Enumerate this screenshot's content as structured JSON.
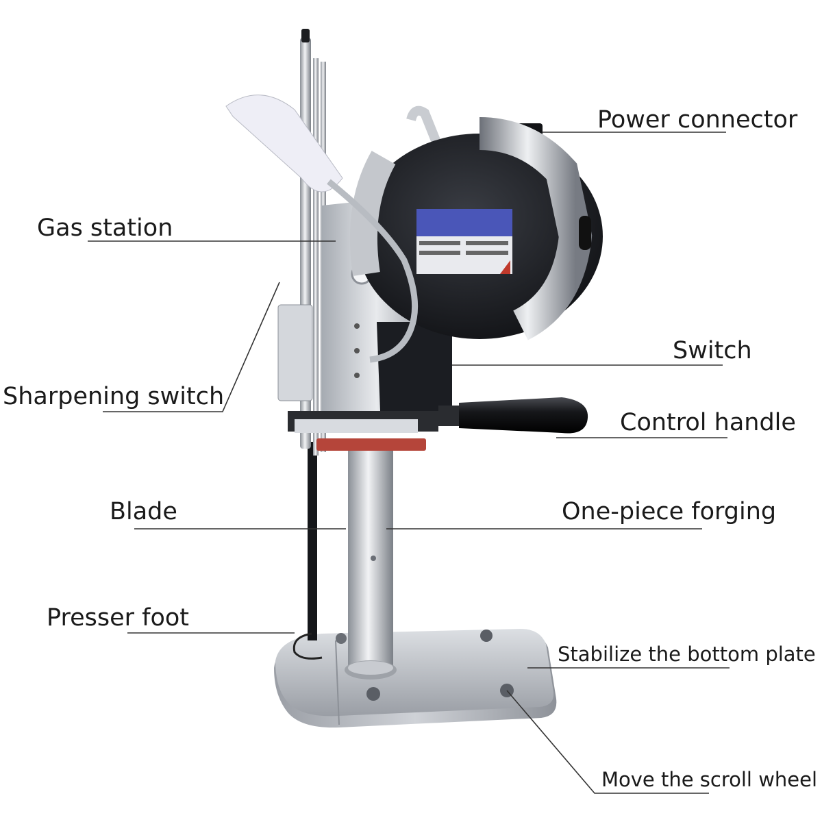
{
  "labels": {
    "power_connector": "Power connector",
    "gas_station": "Gas station",
    "switch": "Switch",
    "sharpening_switch": "Sharpening switch",
    "control_handle": "Control handle",
    "blade": "Blade",
    "one_piece_forging": "One-piece forging",
    "presser_foot": "Presser foot",
    "bottom_plate": "Stabilize the bottom plate",
    "scroll_wheel": "Move the scroll wheel"
  },
  "colors": {
    "label_text": "#1a1a1a",
    "leader_line": "#333333",
    "metal_light": "#e4e6ea",
    "metal_dark": "#7d828a",
    "motor_black": "#1b1d22",
    "nameplate_blue": "#4a56b8",
    "pad_red": "#b5453a"
  }
}
